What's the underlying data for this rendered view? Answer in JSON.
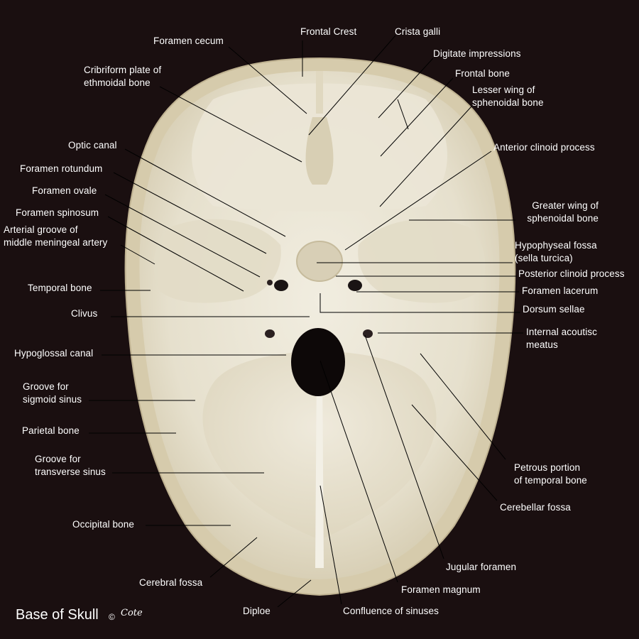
{
  "title": "Base of Skull",
  "copyright": "©",
  "signature": "Cote",
  "colors": {
    "background": "#1a0f10",
    "bone_rim": "#d9cfb2",
    "bone_inner": "#ebe6d6",
    "leader_line": "#000000",
    "label_text": "#ffffff"
  },
  "labels": {
    "frontal_crest": "Frontal Crest",
    "crista_galli": "Crista galli",
    "foramen_cecum": "Foramen cecum",
    "digitate_impressions": "Digitate impressions",
    "frontal_bone": "Frontal bone",
    "cribriform_1": "Cribriform plate of",
    "cribriform_2": "ethmoidal bone",
    "lesser_wing_1": "Lesser wing of",
    "lesser_wing_2": "sphenoidal bone",
    "optic_canal": "Optic canal",
    "anterior_clinoid": "Anterior clinoid process",
    "foramen_rotundum": "Foramen rotundum",
    "foramen_ovale": "Foramen ovale",
    "greater_wing_1": "Greater wing of",
    "greater_wing_2": "sphenoidal bone",
    "foramen_spinosum": "Foramen spinosum",
    "arterial_groove_1": "Arterial groove of",
    "arterial_groove_2": "middle meningeal artery",
    "hypophyseal_1": "Hypophyseal fossa",
    "hypophyseal_2": "(sella turcica)",
    "posterior_clinoid": "Posterior clinoid process",
    "temporal_bone": "Temporal bone",
    "foramen_lacerum": "Foramen lacerum",
    "clivus": "Clivus",
    "dorsum_sellae": "Dorsum sellae",
    "internal_acoustic_1": "Internal acoutisc",
    "internal_acoustic_2": "meatus",
    "hypoglossal_canal": "Hypoglossal canal",
    "sigmoid_1": "Groove for",
    "sigmoid_2": "sigmoid sinus",
    "parietal_bone": "Parietal bone",
    "transverse_1": "Groove for",
    "transverse_2": "transverse sinus",
    "petrous_1": "Petrous portion",
    "petrous_2": "of temporal bone",
    "cerebellar_fossa": "Cerebellar fossa",
    "occipital_bone": "Occipital bone",
    "jugular_foramen": "Jugular foramen",
    "cerebral_fossa": "Cerebral fossa",
    "foramen_magnum": "Foramen magnum",
    "diploe": "Diploe",
    "confluence": "Confluence of sinuses"
  }
}
